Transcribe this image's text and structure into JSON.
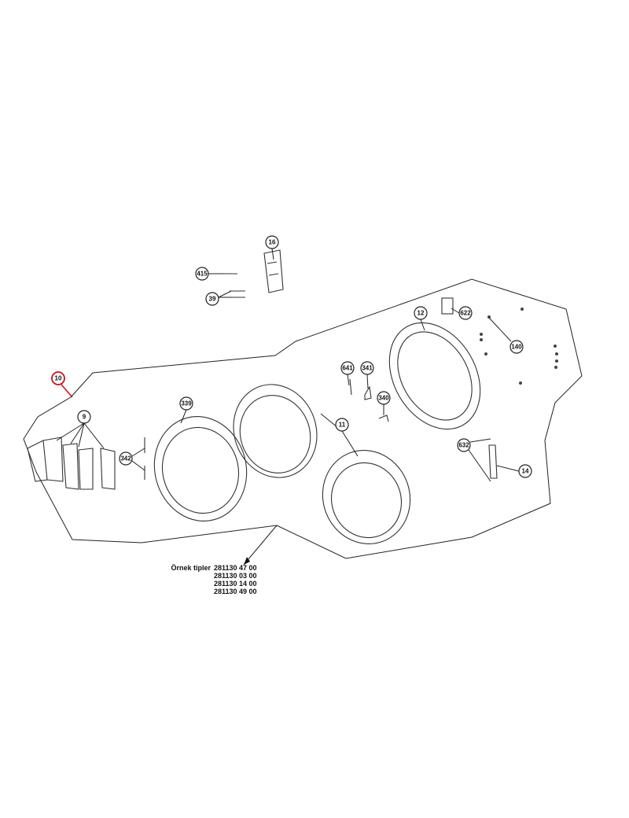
{
  "callouts": {
    "c16": "16",
    "c415": "415",
    "c39": "39",
    "c12": "12",
    "c622": "622",
    "c140": "140",
    "c641": "641",
    "c341": "341",
    "c340": "340",
    "c632": "632",
    "c14": "14",
    "c10": "10",
    "c9": "9",
    "c339": "339",
    "c342": "342",
    "c11": "11"
  },
  "highlight_color": "#d0101a",
  "note": {
    "label": "Örnek tipler",
    "codes": [
      "281130 47 00",
      "281130 03 00",
      "281130 14 00",
      "281130 49 00"
    ]
  }
}
